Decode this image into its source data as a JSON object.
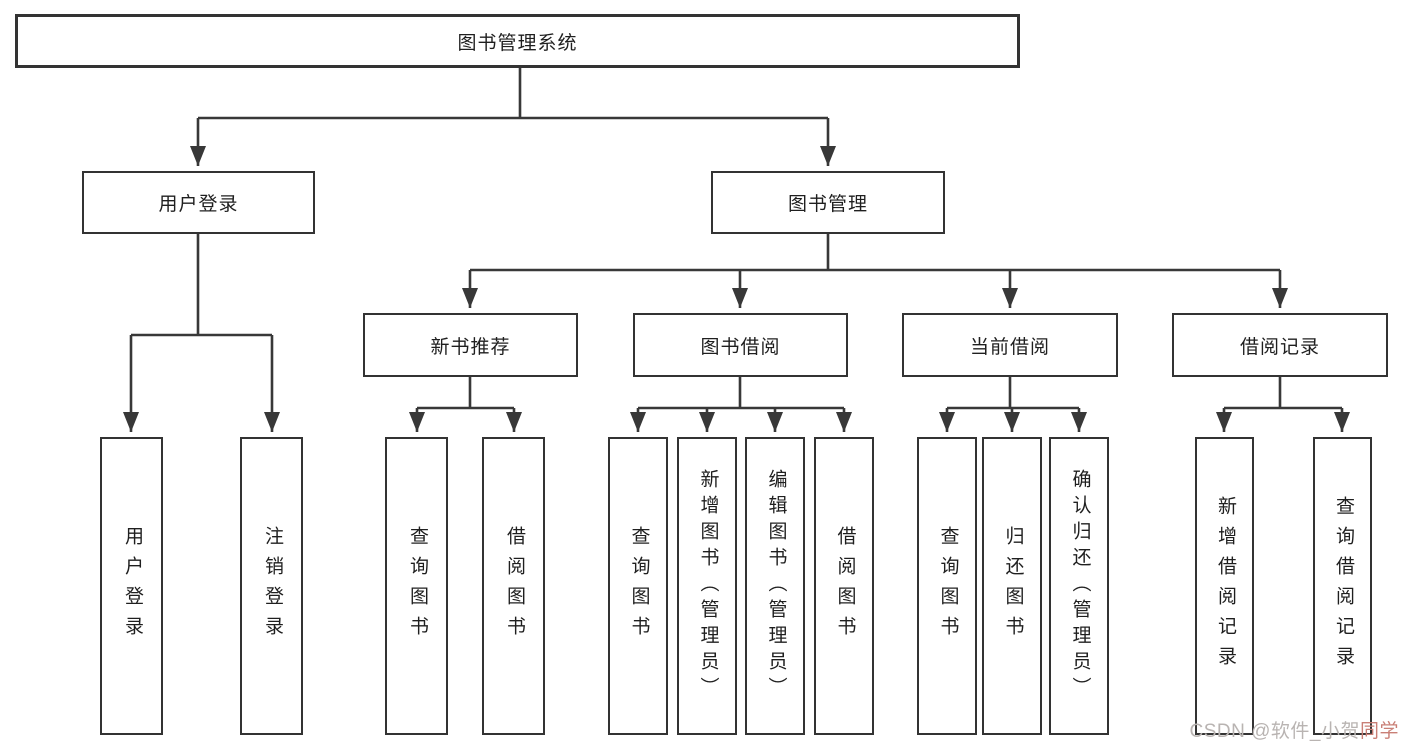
{
  "tree": {
    "root": "图书管理系统",
    "level2": [
      "用户登录",
      "图书管理"
    ],
    "level3": [
      "新书推荐",
      "图书借阅",
      "当前借阅",
      "借阅记录"
    ],
    "leaves": {
      "user": [
        "用户登录",
        "注销登录"
      ],
      "recommend": [
        "查询图书",
        "借阅图书"
      ],
      "borrow": [
        "查询图书",
        "新增图书（管理员）",
        "编辑图书（管理员）",
        "借阅图书"
      ],
      "current": [
        "查询图书",
        "归还图书",
        "确认归还（管理员）"
      ],
      "record": [
        "新增借阅记录",
        "查询借阅记录"
      ]
    }
  },
  "watermark": {
    "prefix": "CSDN @软件_小贺",
    "suffix": "同学"
  },
  "colors": {
    "line": "#383838",
    "box_border": "#333333",
    "text": "#1f1f1f",
    "watermark": "#b9b4b2",
    "watermark_accent": "#c97f76"
  }
}
